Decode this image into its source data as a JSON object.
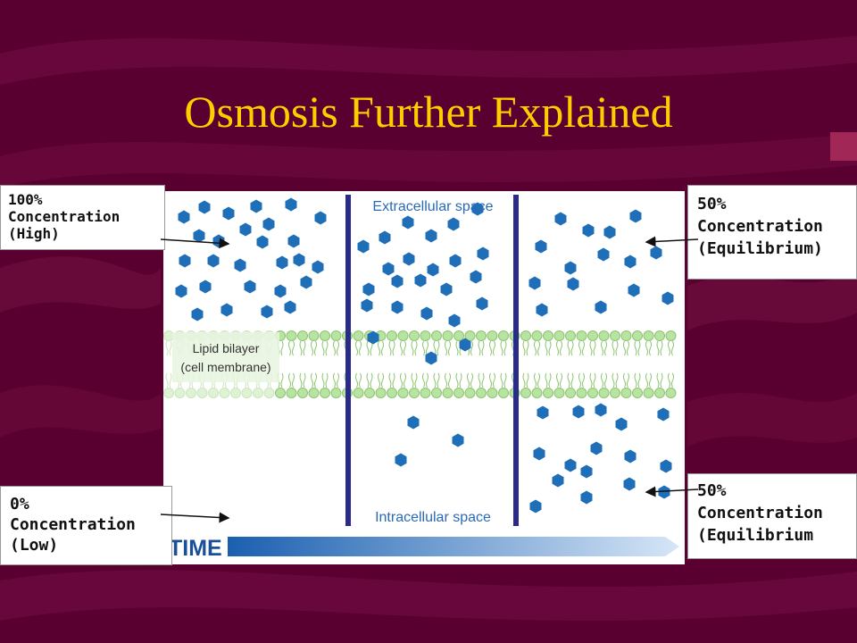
{
  "slide": {
    "title": "Osmosis Further Explained",
    "background_color": "#5a0030",
    "title_color": "#ffcc00"
  },
  "diagram": {
    "extracellular_label": "Extracellular space",
    "intracellular_label": "Intracellular space",
    "membrane_label_line1": "Lipid bilayer",
    "membrane_label_line2": "(cell membrane)",
    "time_label": "TIME",
    "molecule_color": "#1f6fb8",
    "divider_color": "#2a2a8a",
    "membrane_color": "#b8e3a2"
  },
  "labels": {
    "top_left": "100%\nConcentration\n(High)",
    "bottom_left": "0%\nConcentration\n(Low)",
    "top_right": "50%\nConcentration\n(Equilibrium)",
    "bottom_right": "50%\nConcentration\n(Equilibrium"
  }
}
